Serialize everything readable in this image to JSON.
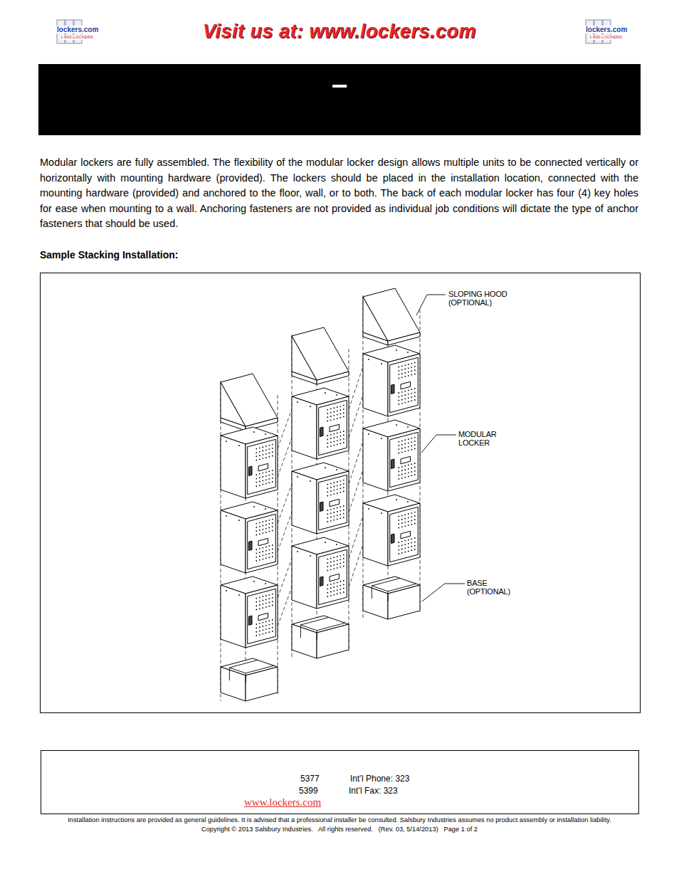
{
  "diagram": {
    "title": "Visit us at: www.lockers.com",
    "nodes": [
      {
        "text": [
          "–"
        ]
      },
      {
        "text": [
          "5377",
          "Int’l Phone: 323",
          "5399",
          "Int’l Fax: 323",
          "www.lockers.com"
        ]
      }
    ],
    "labels": [
      "lockers.com",
      "1-800-LOCKERS",
      "lockers.com",
      "1-800-LOCKERS",
      "Modular lockers are fully assembled. The flexibility of the modular locker design allows multiple units to be connected vertically or horizontally with mounting hardware (provided). The lockers should be placed in the installation location, connected with the mounting hardware (provided) and anchored to the floor, wall, or to both. The back of each modular locker has four (4) key holes for ease when mounting to a wall. Anchoring fasteners are not provided as individual job conditions will dictate the type of anchor fasteners that should be used.",
      "Sample Stacking Installation:",
      "SLOPING HOOD (OPTIONAL)",
      "MODULAR LOCKER",
      "BASE (OPTIONAL)",
      "Installation instructions are provided as general guidelines. It is advised that a professional installer be consulted. Salsbury Industries assumes no product assembly or installation liability.",
      "Copyright © 2013 Salsbury Industries.   All rights reserved.   (Rev. 03, 5/14/2013)   Page 1 of 2"
    ]
  }
}
